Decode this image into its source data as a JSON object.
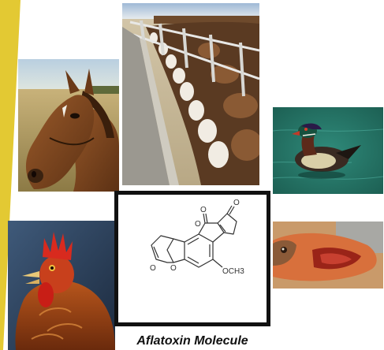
{
  "caption": "Aflatoxin Molecule",
  "molecule": {
    "substituent_label": "OCH3"
  },
  "colors": {
    "accent_yellow": "#e3c933",
    "frame_border": "#111111",
    "caption_text": "#111111"
  },
  "images": [
    {
      "name": "horse-photo",
      "subject": "horse"
    },
    {
      "name": "cattle-feedlot-photo",
      "subject": "cattle"
    },
    {
      "name": "duck-photo",
      "subject": "duck"
    },
    {
      "name": "rooster-photo",
      "subject": "rooster"
    },
    {
      "name": "fish-photo",
      "subject": "fish"
    }
  ]
}
